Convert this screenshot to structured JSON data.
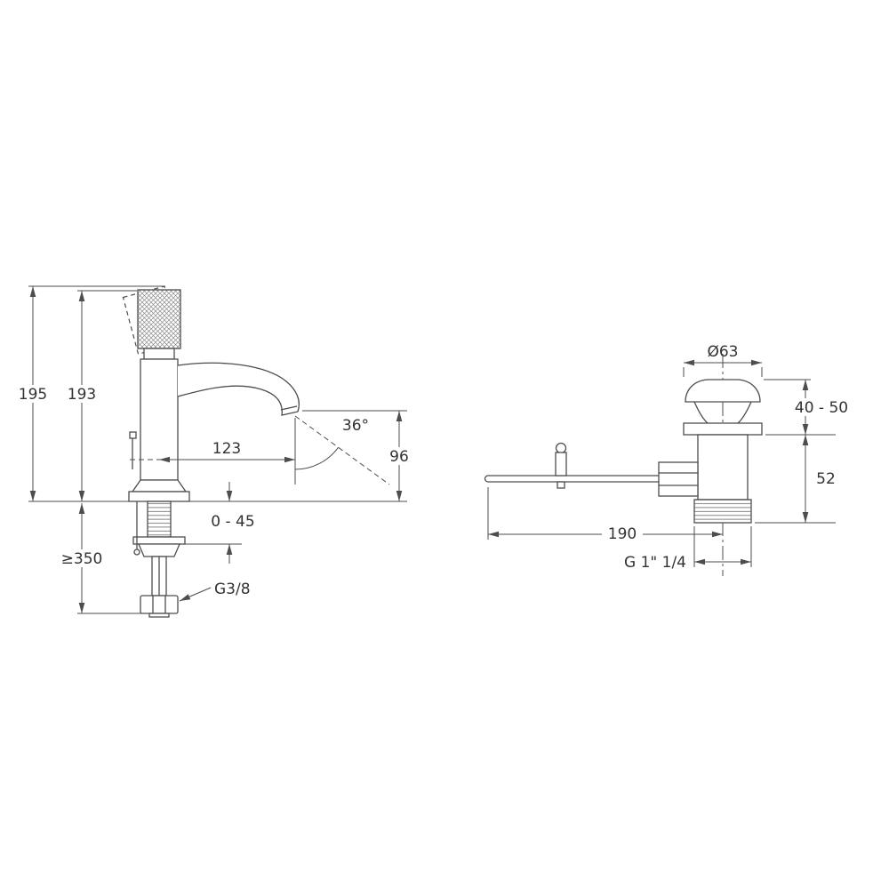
{
  "colors": {
    "line": "#4d4d4d",
    "text": "#333333",
    "bg": "#ffffff"
  },
  "faucet_dims": {
    "total_height": "195",
    "body_height": "193",
    "spout_reach": "123",
    "spout_angle": "36°",
    "spout_outlet_height": "96",
    "deck_thickness": "0 - 45",
    "min_clearance": "≥350",
    "supply_thread": "G3/8"
  },
  "drain_dims": {
    "flange_diameter": "Ø63",
    "adjust_range": "40 - 50",
    "body_height": "52",
    "rod_length": "190",
    "waste_thread": "G 1\" 1/4"
  }
}
